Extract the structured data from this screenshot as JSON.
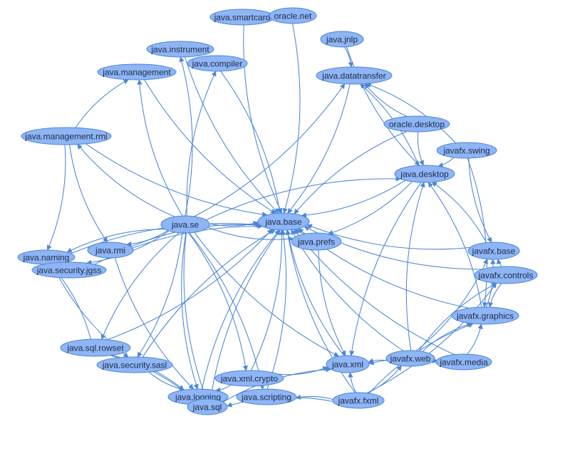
{
  "colors": {
    "node_fill": "#8fb5f5",
    "node_stroke": "#4a86d8",
    "edge": "#4a86d8",
    "label": "#1b2b47",
    "background": "#ffffff"
  },
  "nodes": [
    {
      "id": "java.smartcardio",
      "label": "java.smartcard"
    },
    {
      "id": "oracle.net",
      "label": "oracle.net"
    },
    {
      "id": "java.jnlp",
      "label": "java.jnlp"
    },
    {
      "id": "java.instrument",
      "label": "java.instrument"
    },
    {
      "id": "java.compiler",
      "label": "java.compiler"
    },
    {
      "id": "java.management",
      "label": "java.management"
    },
    {
      "id": "java.datatransfer",
      "label": "java.datatransfer"
    },
    {
      "id": "oracle.desktop",
      "label": "oracle.desktop"
    },
    {
      "id": "java.management.rmi",
      "label": "java.management.rmi"
    },
    {
      "id": "javafx.swing",
      "label": "javafx.swing"
    },
    {
      "id": "java.desktop",
      "label": "java.desktop"
    },
    {
      "id": "java.se",
      "label": "java.se"
    },
    {
      "id": "java.base",
      "label": "java.base"
    },
    {
      "id": "java.prefs",
      "label": "java.prefs"
    },
    {
      "id": "java.rmi",
      "label": "java.rmi"
    },
    {
      "id": "java.naming",
      "label": "java.naming"
    },
    {
      "id": "java.security.jgss",
      "label": "java.security.jgss"
    },
    {
      "id": "javafx.base",
      "label": "javafx.base"
    },
    {
      "id": "javafx.controls",
      "label": "javafx.controls"
    },
    {
      "id": "javafx.graphics",
      "label": "javafx.graphics"
    },
    {
      "id": "java.sql.rowset",
      "label": "java.sql.rowset"
    },
    {
      "id": "java.security.sasl",
      "label": "java.security.sasl"
    },
    {
      "id": "javafx.web",
      "label": "javafx.web"
    },
    {
      "id": "javafx.media",
      "label": "javafx.media"
    },
    {
      "id": "java.xml",
      "label": "java.xml"
    },
    {
      "id": "java.xml.crypto",
      "label": "java.xml.crypto"
    },
    {
      "id": "java.logging",
      "label": "java.logging"
    },
    {
      "id": "java.scripting",
      "label": "java.scripting"
    },
    {
      "id": "java.sql",
      "label": "java.sql"
    },
    {
      "id": "javafx.fxml",
      "label": "javafx.fxml"
    }
  ],
  "edges": [
    [
      "java.se",
      "java.base"
    ],
    [
      "java.se",
      "java.management"
    ],
    [
      "java.se",
      "java.instrument"
    ],
    [
      "java.se",
      "java.compiler"
    ],
    [
      "java.se",
      "java.datatransfer"
    ],
    [
      "java.se",
      "java.desktop"
    ],
    [
      "java.se",
      "java.prefs"
    ],
    [
      "java.se",
      "java.rmi"
    ],
    [
      "java.se",
      "java.naming"
    ],
    [
      "java.se",
      "java.security.jgss"
    ],
    [
      "java.se",
      "java.sql.rowset"
    ],
    [
      "java.se",
      "java.security.sasl"
    ],
    [
      "java.se",
      "java.xml"
    ],
    [
      "java.se",
      "java.xml.crypto"
    ],
    [
      "java.se",
      "java.logging"
    ],
    [
      "java.se",
      "java.scripting"
    ],
    [
      "java.se",
      "java.sql"
    ],
    [
      "java.se",
      "java.management.rmi"
    ],
    [
      "java.smartcardio",
      "java.base"
    ],
    [
      "oracle.net",
      "java.base"
    ],
    [
      "java.instrument",
      "java.base"
    ],
    [
      "java.compiler",
      "java.base"
    ],
    [
      "java.management",
      "java.base"
    ],
    [
      "java.datatransfer",
      "java.base"
    ],
    [
      "java.jnlp",
      "java.desktop"
    ],
    [
      "java.jnlp",
      "java.datatransfer"
    ],
    [
      "oracle.desktop",
      "java.desktop"
    ],
    [
      "oracle.desktop",
      "java.datatransfer"
    ],
    [
      "oracle.desktop",
      "java.base"
    ],
    [
      "java.management.rmi",
      "java.management"
    ],
    [
      "java.management.rmi",
      "java.rmi"
    ],
    [
      "java.management.rmi",
      "java.naming"
    ],
    [
      "java.management.rmi",
      "java.base"
    ],
    [
      "javafx.swing",
      "java.desktop"
    ],
    [
      "javafx.swing",
      "javafx.base"
    ],
    [
      "javafx.swing",
      "javafx.graphics"
    ],
    [
      "javafx.swing",
      "java.datatransfer"
    ],
    [
      "java.desktop",
      "java.base"
    ],
    [
      "java.desktop",
      "java.datatransfer"
    ],
    [
      "java.desktop",
      "java.prefs"
    ],
    [
      "java.desktop",
      "java.xml"
    ],
    [
      "java.prefs",
      "java.base"
    ],
    [
      "java.prefs",
      "java.xml"
    ],
    [
      "java.rmi",
      "java.base"
    ],
    [
      "java.rmi",
      "java.logging"
    ],
    [
      "java.naming",
      "java.base"
    ],
    [
      "java.naming",
      "java.security.sasl"
    ],
    [
      "java.security.jgss",
      "java.base"
    ],
    [
      "java.security.jgss",
      "java.naming"
    ],
    [
      "javafx.base",
      "java.base"
    ],
    [
      "javafx.base",
      "java.desktop"
    ],
    [
      "javafx.controls",
      "javafx.base"
    ],
    [
      "javafx.controls",
      "javafx.graphics"
    ],
    [
      "javafx.controls",
      "java.base"
    ],
    [
      "javafx.graphics",
      "javafx.base"
    ],
    [
      "javafx.graphics",
      "java.base"
    ],
    [
      "javafx.graphics",
      "java.desktop"
    ],
    [
      "java.sql.rowset",
      "java.sql"
    ],
    [
      "java.sql.rowset",
      "java.naming"
    ],
    [
      "java.sql.rowset",
      "java.logging"
    ],
    [
      "java.sql.rowset",
      "java.base"
    ],
    [
      "java.security.sasl",
      "java.base"
    ],
    [
      "java.security.sasl",
      "java.logging"
    ],
    [
      "javafx.web",
      "javafx.controls"
    ],
    [
      "javafx.web",
      "javafx.media"
    ],
    [
      "javafx.web",
      "javafx.graphics"
    ],
    [
      "javafx.web",
      "java.xml"
    ],
    [
      "javafx.web",
      "java.desktop"
    ],
    [
      "javafx.web",
      "javafx.base"
    ],
    [
      "javafx.web",
      "java.base"
    ],
    [
      "javafx.media",
      "javafx.graphics"
    ],
    [
      "javafx.media",
      "java.base"
    ],
    [
      "javafx.media",
      "java.xml"
    ],
    [
      "java.xml",
      "java.base"
    ],
    [
      "java.xml.crypto",
      "java.base"
    ],
    [
      "java.xml.crypto",
      "java.logging"
    ],
    [
      "java.xml.crypto",
      "java.xml"
    ],
    [
      "java.logging",
      "java.base"
    ],
    [
      "java.scripting",
      "java.base"
    ],
    [
      "java.sql",
      "java.base"
    ],
    [
      "java.sql",
      "java.logging"
    ],
    [
      "java.sql",
      "java.xml"
    ],
    [
      "javafx.fxml",
      "javafx.controls"
    ],
    [
      "javafx.fxml",
      "javafx.graphics"
    ],
    [
      "javafx.fxml",
      "java.scripting"
    ],
    [
      "javafx.fxml",
      "java.xml"
    ],
    [
      "javafx.fxml",
      "javafx.web"
    ],
    [
      "javafx.fxml",
      "java.base"
    ],
    [
      "javafx.fxml",
      "java.sql"
    ]
  ]
}
